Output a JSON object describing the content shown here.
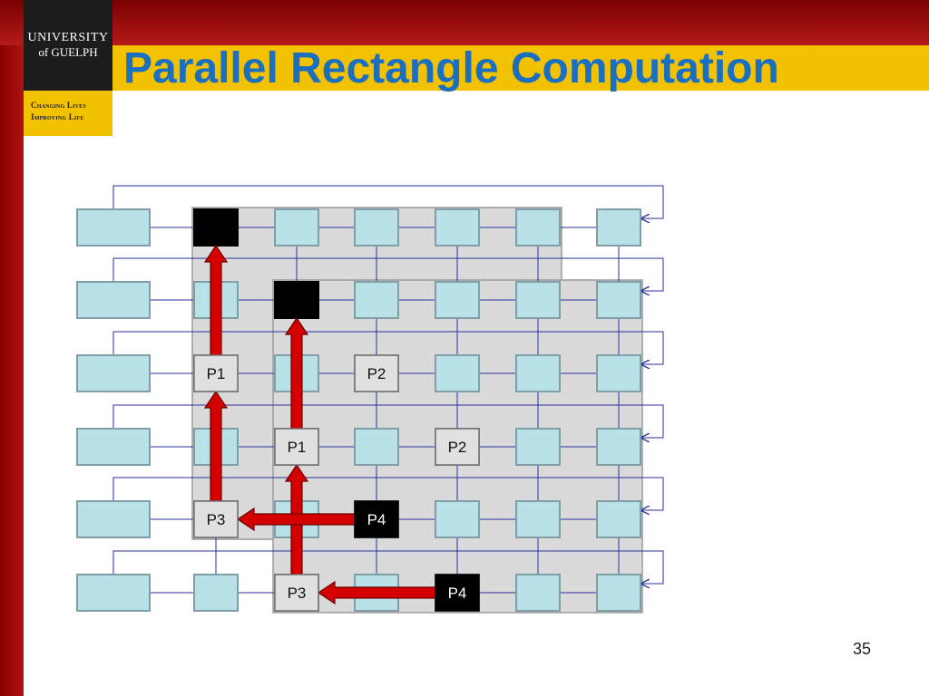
{
  "header": {
    "logo_line1": "UNIVERSITY",
    "logo_line2": "of GUELPH",
    "tagline1": "Changing Lives",
    "tagline2": "Improving Life",
    "title": "Parallel Rectangle Computation"
  },
  "footer": {
    "page_number": "35"
  },
  "colors": {
    "cell": "#b9e2e8",
    "cell_border": "#7f9ea5",
    "region": "#dadada",
    "wire": "#2a2f9e",
    "arrow": "#d40000",
    "arrow_border": "#6b0000",
    "black_cell": "#000000",
    "label_box": "#e0e0e0"
  },
  "grid": {
    "rows": 6,
    "columns": 7
  },
  "highlighted_cells": [
    {
      "row": 0,
      "col": 1
    },
    {
      "row": 1,
      "col": 2
    }
  ],
  "processor_labels": [
    {
      "text": "P1",
      "row": 2,
      "col": 1,
      "style": "light"
    },
    {
      "text": "P2",
      "row": 2,
      "col": 3,
      "style": "light"
    },
    {
      "text": "P1",
      "row": 3,
      "col": 2,
      "style": "light"
    },
    {
      "text": "P2",
      "row": 3,
      "col": 4,
      "style": "light"
    },
    {
      "text": "P3",
      "row": 4,
      "col": 1,
      "style": "light"
    },
    {
      "text": "P4",
      "row": 4,
      "col": 3,
      "style": "dark"
    },
    {
      "text": "P3",
      "row": 5,
      "col": 2,
      "style": "light"
    },
    {
      "text": "P4",
      "row": 5,
      "col": 4,
      "style": "dark"
    }
  ],
  "arrows": [
    {
      "from": {
        "row": 2,
        "col": 1
      },
      "to": {
        "row": 0,
        "col": 1
      }
    },
    {
      "from": {
        "row": 4,
        "col": 1
      },
      "to": {
        "row": 2,
        "col": 1
      }
    },
    {
      "from": {
        "row": 3,
        "col": 2
      },
      "to": {
        "row": 1,
        "col": 2
      }
    },
    {
      "from": {
        "row": 5,
        "col": 2
      },
      "to": {
        "row": 3,
        "col": 2
      }
    },
    {
      "from": {
        "row": 4,
        "col": 3
      },
      "to": {
        "row": 4,
        "col": 1
      }
    },
    {
      "from": {
        "row": 5,
        "col": 4
      },
      "to": {
        "row": 5,
        "col": 2
      }
    }
  ],
  "shaded_regions": [
    {
      "top_row": 0,
      "left_col": 1,
      "bottom_row": 4,
      "right_col": 5
    },
    {
      "top_row": 1,
      "left_col": 2,
      "bottom_row": 5,
      "right_col": 6
    }
  ]
}
